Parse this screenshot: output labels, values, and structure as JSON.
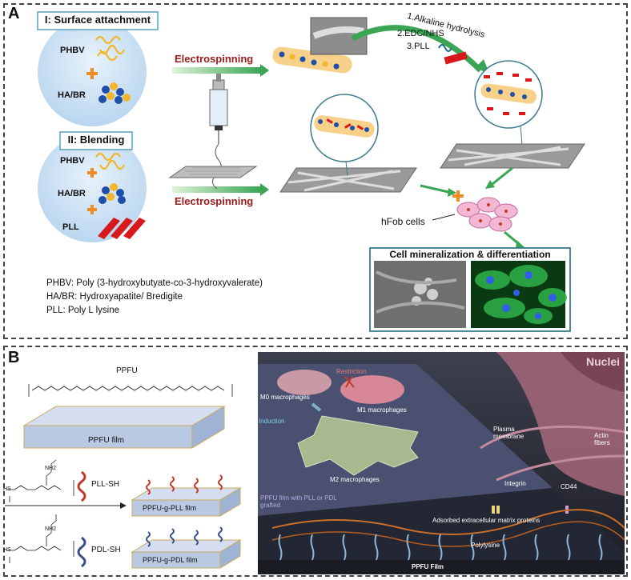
{
  "panel_a": {
    "label": "A",
    "strategy1_title": "I: Surface attachment",
    "strategy2_title": "II: Blending",
    "phbv_1": "PHBV",
    "habr_1": "HA/BR",
    "phbv_2": "PHBV",
    "habr_2": "HA/BR",
    "pll": "PLL",
    "electrospinning_1": "Electrospinning",
    "electrospinning_2": "Electrospinning",
    "step1": "1.Alkaline hydrolysis",
    "step2": "2.EDC/NHS",
    "step3": "3.PLL",
    "hfob": "hFob cells",
    "result_title": "Cell mineralization & differentiation",
    "legend": [
      "PHBV: Poly (3-hydroxybutyate-co-3-hydroxyvalerate)",
      "HA/BR: Hydroxyapatite/ Bredigite",
      "PLL: Poly L lysine"
    ]
  },
  "panel_b": {
    "label": "B",
    "ppfu_title": "PPFU",
    "ppfu_film": "PPFU film",
    "pll_sh": "PLL-SH",
    "pdl_sh": "PDL-SH",
    "pll_film": "PPFU-g-PLL film",
    "pdl_film": "PPFU-g-PDL film",
    "nh2_1": "NH2",
    "nh2_2": "NH2",
    "hs_1": "HS",
    "hs_2": "HS",
    "restriction": "Restriction",
    "m0": "M0 macrophages",
    "m1": "M1 macrophages",
    "m2": "M2 macrophages",
    "induction": "Induction",
    "nuclei": "Nuclei",
    "plasma": "Plasma membrane",
    "actin": "Actin fibers",
    "integrin": "Integrin",
    "cd44": "CD44",
    "film_grafted": "PPFU film with PLL or PDL grafted",
    "ecm": "Adsorbed extracellular matrix proteins",
    "polylysine": "Polylysine",
    "ppfu_bottom": "PPFU Film"
  },
  "colors": {
    "circle_fill": "#cfe3f5",
    "title_box_border": "#5aa0b8",
    "electrospin_red": "#c0392b",
    "arrow_green": "#3aa655",
    "orange_plus": "#f08a24",
    "pll_red": "#d7191c",
    "film_blue": "#b9c9e2",
    "dark_scene": "#2d2f3a"
  }
}
